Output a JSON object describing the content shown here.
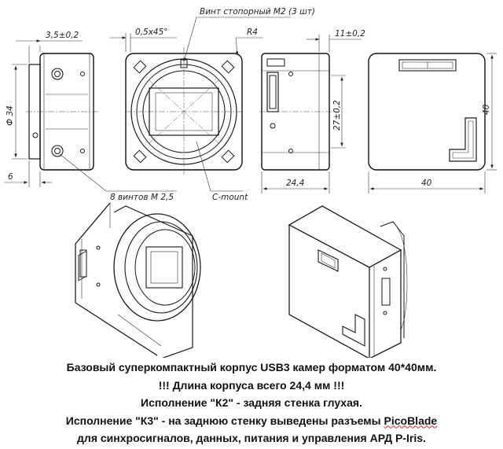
{
  "dimensions": {
    "screw_note": "Винт стопорный М2 (3 шт)",
    "d_3_5": "3,5±0,2",
    "chamfer": "0,5х45°",
    "radius": "R4",
    "d_11": "11±0,2",
    "dia_34": "Ф 34",
    "d_27": "27±0,2",
    "d_40_v": "40",
    "d_6": "6",
    "screws_8": "8 винтов М 2,5",
    "c_mount": "C-mount",
    "d_24_4": "24,4",
    "d_40_h": "40"
  },
  "caption": {
    "line1": "Базовый суперкомпактный корпус USB3 камер форматом 40*40мм.",
    "line2": "!!!  Длина корпуса всего 24,4 мм  !!!",
    "line3": "Исполнение \"К2\" - задняя стенка глухая.",
    "line4_before": "Исполнение \"К3\" - на заднюю стенку выведены разъемы ",
    "line4_link": "PicoBlade",
    "line5": "для синхросигналов, данных, питания и управления АРД P-Iris."
  }
}
